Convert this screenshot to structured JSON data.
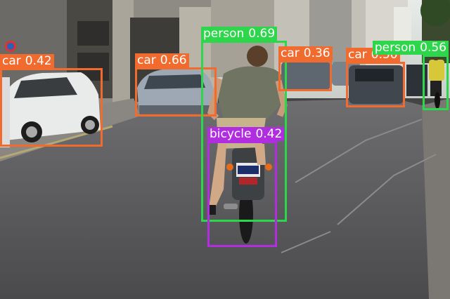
{
  "colors": {
    "car": "#f26b2e",
    "person": "#2ed64b",
    "bicycle": "#b12ee0"
  },
  "detections": [
    {
      "label": "car",
      "score": "0.42",
      "color_key": "car"
    },
    {
      "label": "car",
      "score": "0.66",
      "color_key": "car"
    },
    {
      "label": "person",
      "score": "0.69",
      "color_key": "person"
    },
    {
      "label": "car",
      "score": "0.36",
      "color_key": "car"
    },
    {
      "label": "car",
      "score": "0.50",
      "color_key": "car"
    },
    {
      "label": "person",
      "score": "0.56",
      "color_key": "person"
    },
    {
      "label": "bicycle",
      "score": "0.42",
      "color_key": "bicycle"
    }
  ]
}
